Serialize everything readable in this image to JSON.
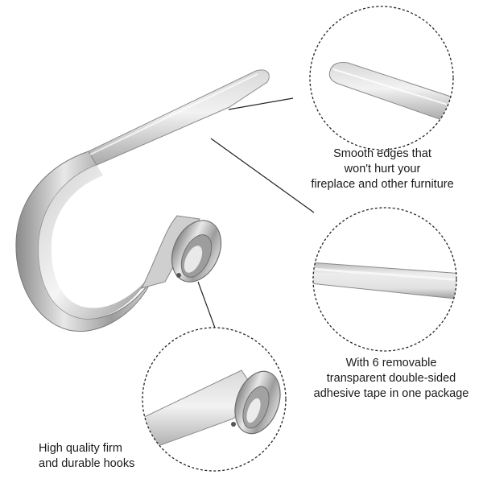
{
  "captions": {
    "smooth_edges": {
      "line1": "Smooth edges that",
      "line2": "won't hurt your",
      "line3": "fireplace and other furniture"
    },
    "adhesive_tape": {
      "line1": "With 6 removable",
      "line2": "transparent double-sided",
      "line3": "adhesive tape in one package"
    },
    "durable_hooks": {
      "line1": "High quality firm",
      "line2": "and durable hooks"
    }
  },
  "colors": {
    "background": "#ffffff",
    "metal_light": "#e6e6e6",
    "metal_mid": "#b4b4b4",
    "metal_dark": "#6f6f6f",
    "circle_border": "#222222",
    "text": "#1a1a1a"
  }
}
